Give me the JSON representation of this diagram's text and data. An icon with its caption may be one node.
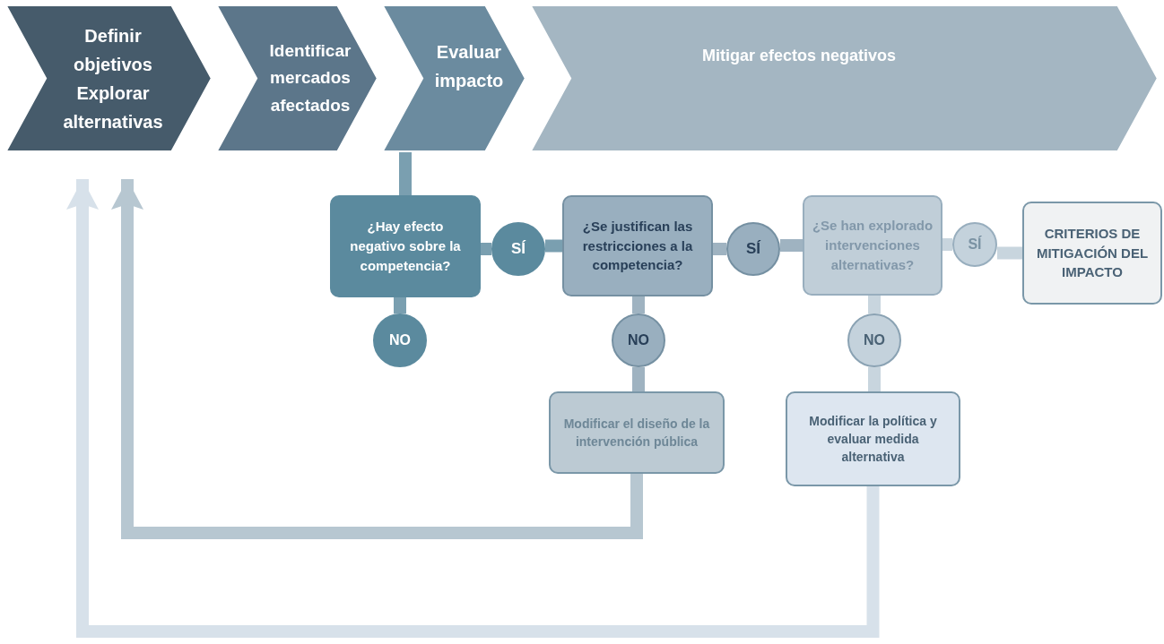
{
  "diagram": {
    "nodes": [
      {
        "text": [
          "Definir objetivos",
          "Explorar alternativas"
        ]
      },
      {
        "text": [
          "Identificar mercados afectados"
        ]
      },
      {
        "text": [
          "Evaluar impacto"
        ]
      },
      {
        "text": [
          "Mitigar efectos negativos"
        ]
      },
      {
        "text": [
          "¿Hay efecto negativo sobre la competencia?"
        ]
      },
      {
        "text": [
          "SÍ"
        ]
      },
      {
        "text": [
          "NO"
        ]
      },
      {
        "text": [
          "¿Se justifican las restricciones a la competencia?"
        ]
      },
      {
        "text": [
          "SÍ"
        ]
      },
      {
        "text": [
          "NO"
        ]
      },
      {
        "text": [
          "Modificar el diseño de la intervención pública"
        ]
      },
      {
        "text": [
          "¿Se han explorado intervenciones alternativas?"
        ]
      },
      {
        "text": [
          "SÍ"
        ]
      },
      {
        "text": [
          "NO"
        ]
      },
      {
        "text": [
          "Modificar la política y evaluar medida alternativa"
        ]
      },
      {
        "text": [
          "CRITERIOS DE MITIGACIÓN DEL IMPACTO"
        ]
      }
    ],
    "edges": [
      {
        "from": 2,
        "to": 4,
        "arrow": "none",
        "color": "#7a9fb0"
      },
      {
        "from": 4,
        "to": 5,
        "arrow": "none",
        "color": "#7a9fb0"
      },
      {
        "from": 5,
        "to": 7,
        "arrow": "none",
        "color": "#7a9fb0"
      },
      {
        "from": 4,
        "to": 6,
        "arrow": "none",
        "color": "#7a9fb0"
      },
      {
        "from": 7,
        "to": 8,
        "arrow": "none",
        "color": "#9fb3c1"
      },
      {
        "from": 8,
        "to": 11,
        "arrow": "none",
        "color": "#9fb3c1"
      },
      {
        "from": 7,
        "to": 9,
        "arrow": "none",
        "color": "#9fb3c1"
      },
      {
        "from": 9,
        "to": 10,
        "arrow": "none",
        "color": "#9fb3c1"
      },
      {
        "from": 11,
        "to": 12,
        "arrow": "none",
        "color": "#c8d5de"
      },
      {
        "from": 12,
        "to": 15,
        "arrow": "none",
        "color": "#c8d5de"
      },
      {
        "from": 11,
        "to": 13,
        "arrow": "none",
        "color": "#c8d5de"
      },
      {
        "from": 13,
        "to": 14,
        "arrow": "none",
        "color": "#c8d5de"
      },
      {
        "from": 10,
        "to": 0,
        "arrow": "to",
        "color": "#b7c7d1"
      },
      {
        "from": 14,
        "to": 0,
        "arrow": "to",
        "color": "#d7e1ea"
      }
    ]
  }
}
